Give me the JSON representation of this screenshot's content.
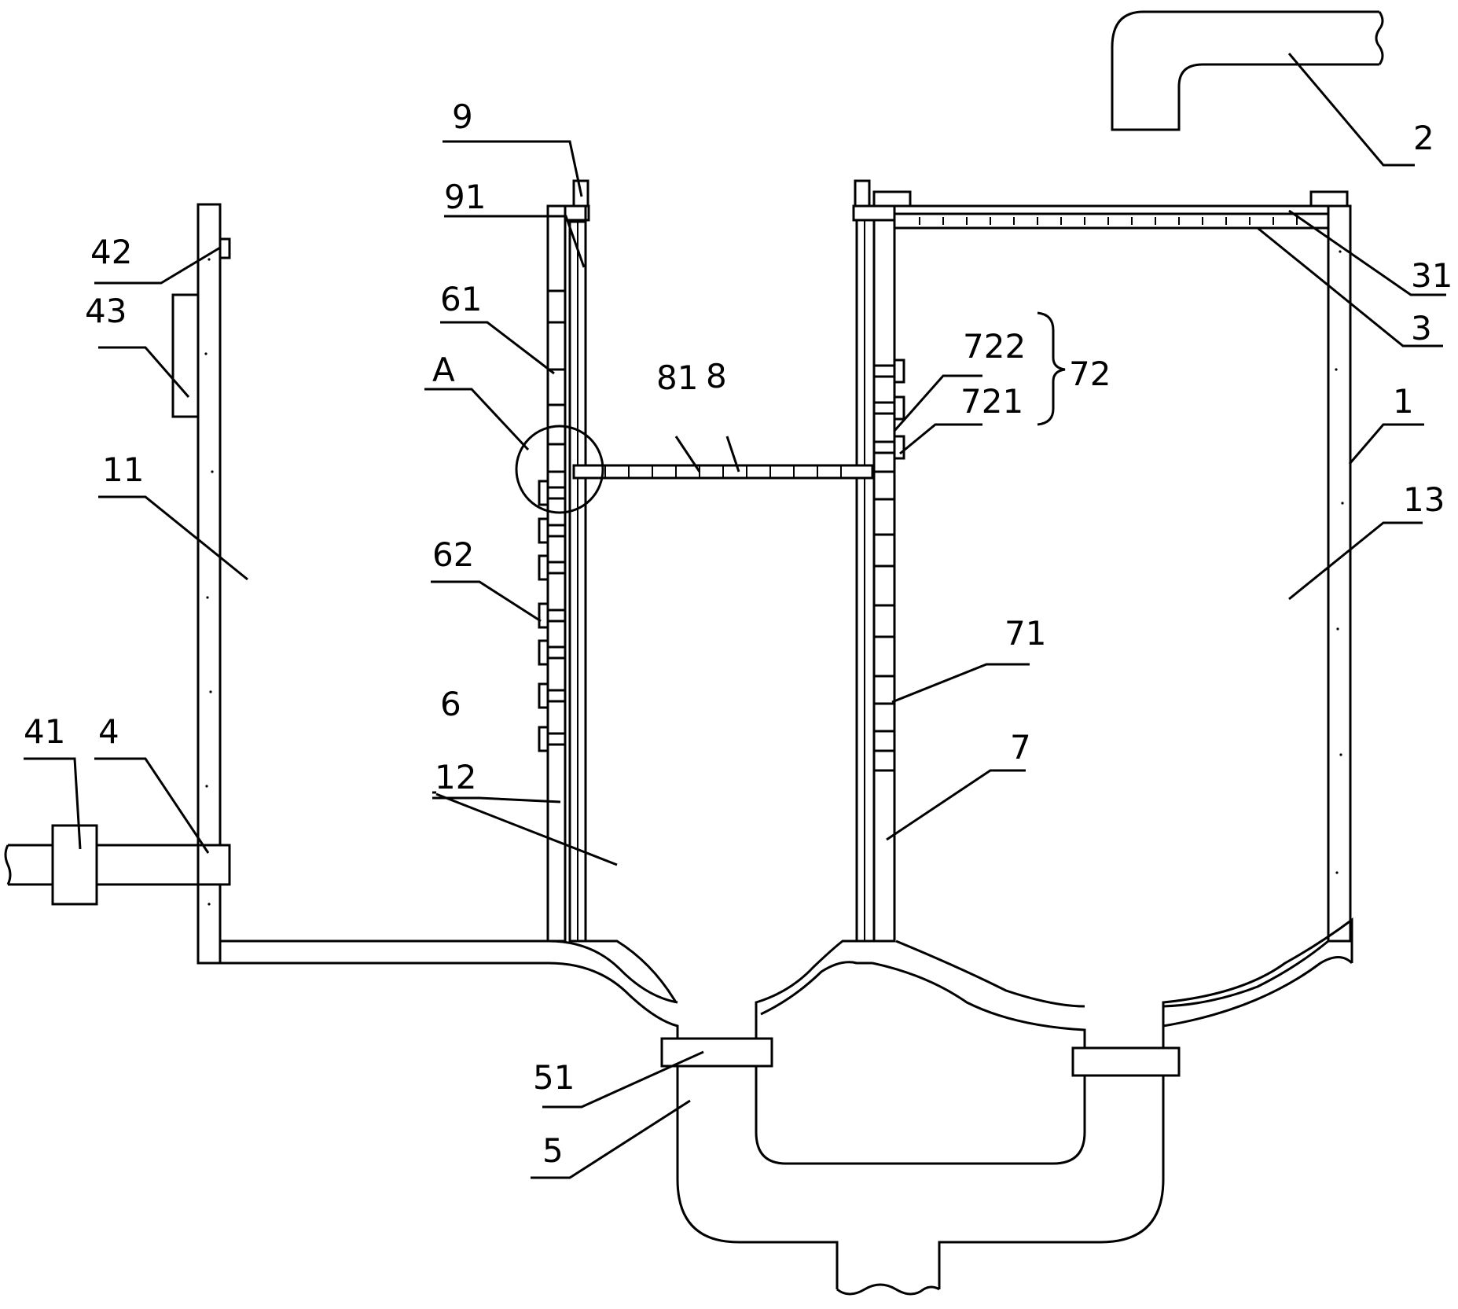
{
  "figure": {
    "labels": {
      "l1": "1",
      "l2": "2",
      "l3": "3",
      "l31": "31",
      "l4": "4",
      "l41": "41",
      "l42": "42",
      "l43": "43",
      "l5": "5",
      "l51": "51",
      "l6": "6",
      "l61": "61",
      "l62": "62",
      "l7": "7",
      "l71": "71",
      "l72": "72",
      "l721": "721",
      "l722": "722",
      "l8": "8",
      "l81": "81",
      "l9": "9",
      "l91": "91",
      "l11": "11",
      "l12": "12",
      "l13": "13",
      "lA": "A"
    }
  }
}
